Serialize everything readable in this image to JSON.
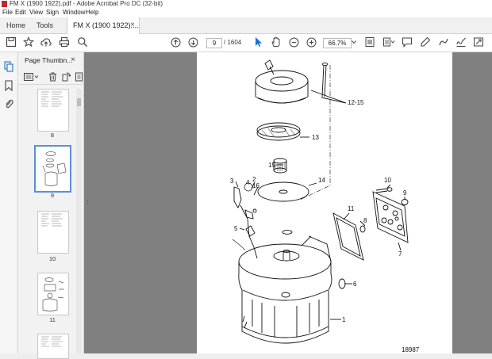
{
  "window": {
    "title": "FM X (1900 1922).pdf - Adobe Acrobat Pro DC (32-bit)"
  },
  "menu": {
    "items": [
      "File",
      "Edit",
      "View",
      "Sign",
      "Window",
      "Help"
    ]
  },
  "tabs": {
    "home": "Home",
    "tools": "Tools",
    "document": "FM X (1900 1922)...."
  },
  "toolbar": {
    "page_current": "9",
    "page_total": "/ 1604",
    "zoom": "66.7%"
  },
  "thumbnails_panel": {
    "title": "Page Thumbn...",
    "pages": [
      {
        "label": "8"
      },
      {
        "label": "9",
        "selected": true
      },
      {
        "label": "10"
      },
      {
        "label": "11"
      },
      {
        "label": ""
      }
    ]
  },
  "drawing": {
    "callouts": [
      "12-15",
      "13",
      "15",
      "14",
      "3",
      "4",
      "2",
      "16",
      "5",
      "10",
      "9",
      "11",
      "8",
      "7",
      "6",
      "1"
    ],
    "figure_number": "18987"
  },
  "colors": {
    "pdf_red": "#c0282d",
    "selection_blue": "#5a8fd6",
    "canvas_gray": "#808080"
  }
}
